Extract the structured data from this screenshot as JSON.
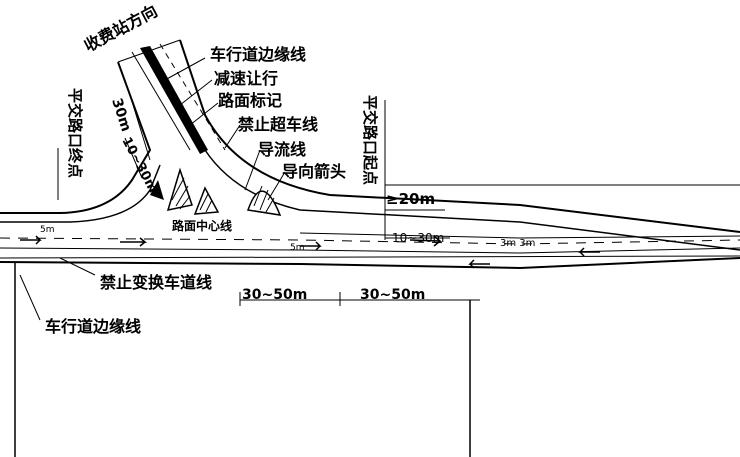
{
  "labels": {
    "toll_direction": "收费站方向",
    "carriageway_edge_top": "车行道边缘线",
    "slow_yield": "减速让行",
    "road_marking": "路面标记",
    "no_overtaking": "禁止超车线",
    "diversion_line": "导流线",
    "guide_arrow": "导向箭头",
    "intersection_end": "平交路口终点",
    "intersection_start": "平交路口起点",
    "center_line": "路面中心线",
    "no_lane_change": "禁止变换车道线",
    "carriageway_edge_bottom": "车行道边缘线"
  },
  "dimensions": {
    "d_30m": "30m",
    "d_10_30m_branch": "10~30m",
    "d_ge20m": "≥20m",
    "d_10_30m_right": "10~30m",
    "d_3m_3m": "3m 3m",
    "d_30_50m_a": "30~50m",
    "d_30_50m_b": "30~50m",
    "d_5m_left": "5m",
    "d_5m_mid": "5m"
  },
  "colors": {
    "ink": "#000000",
    "paper": "#ffffff"
  }
}
